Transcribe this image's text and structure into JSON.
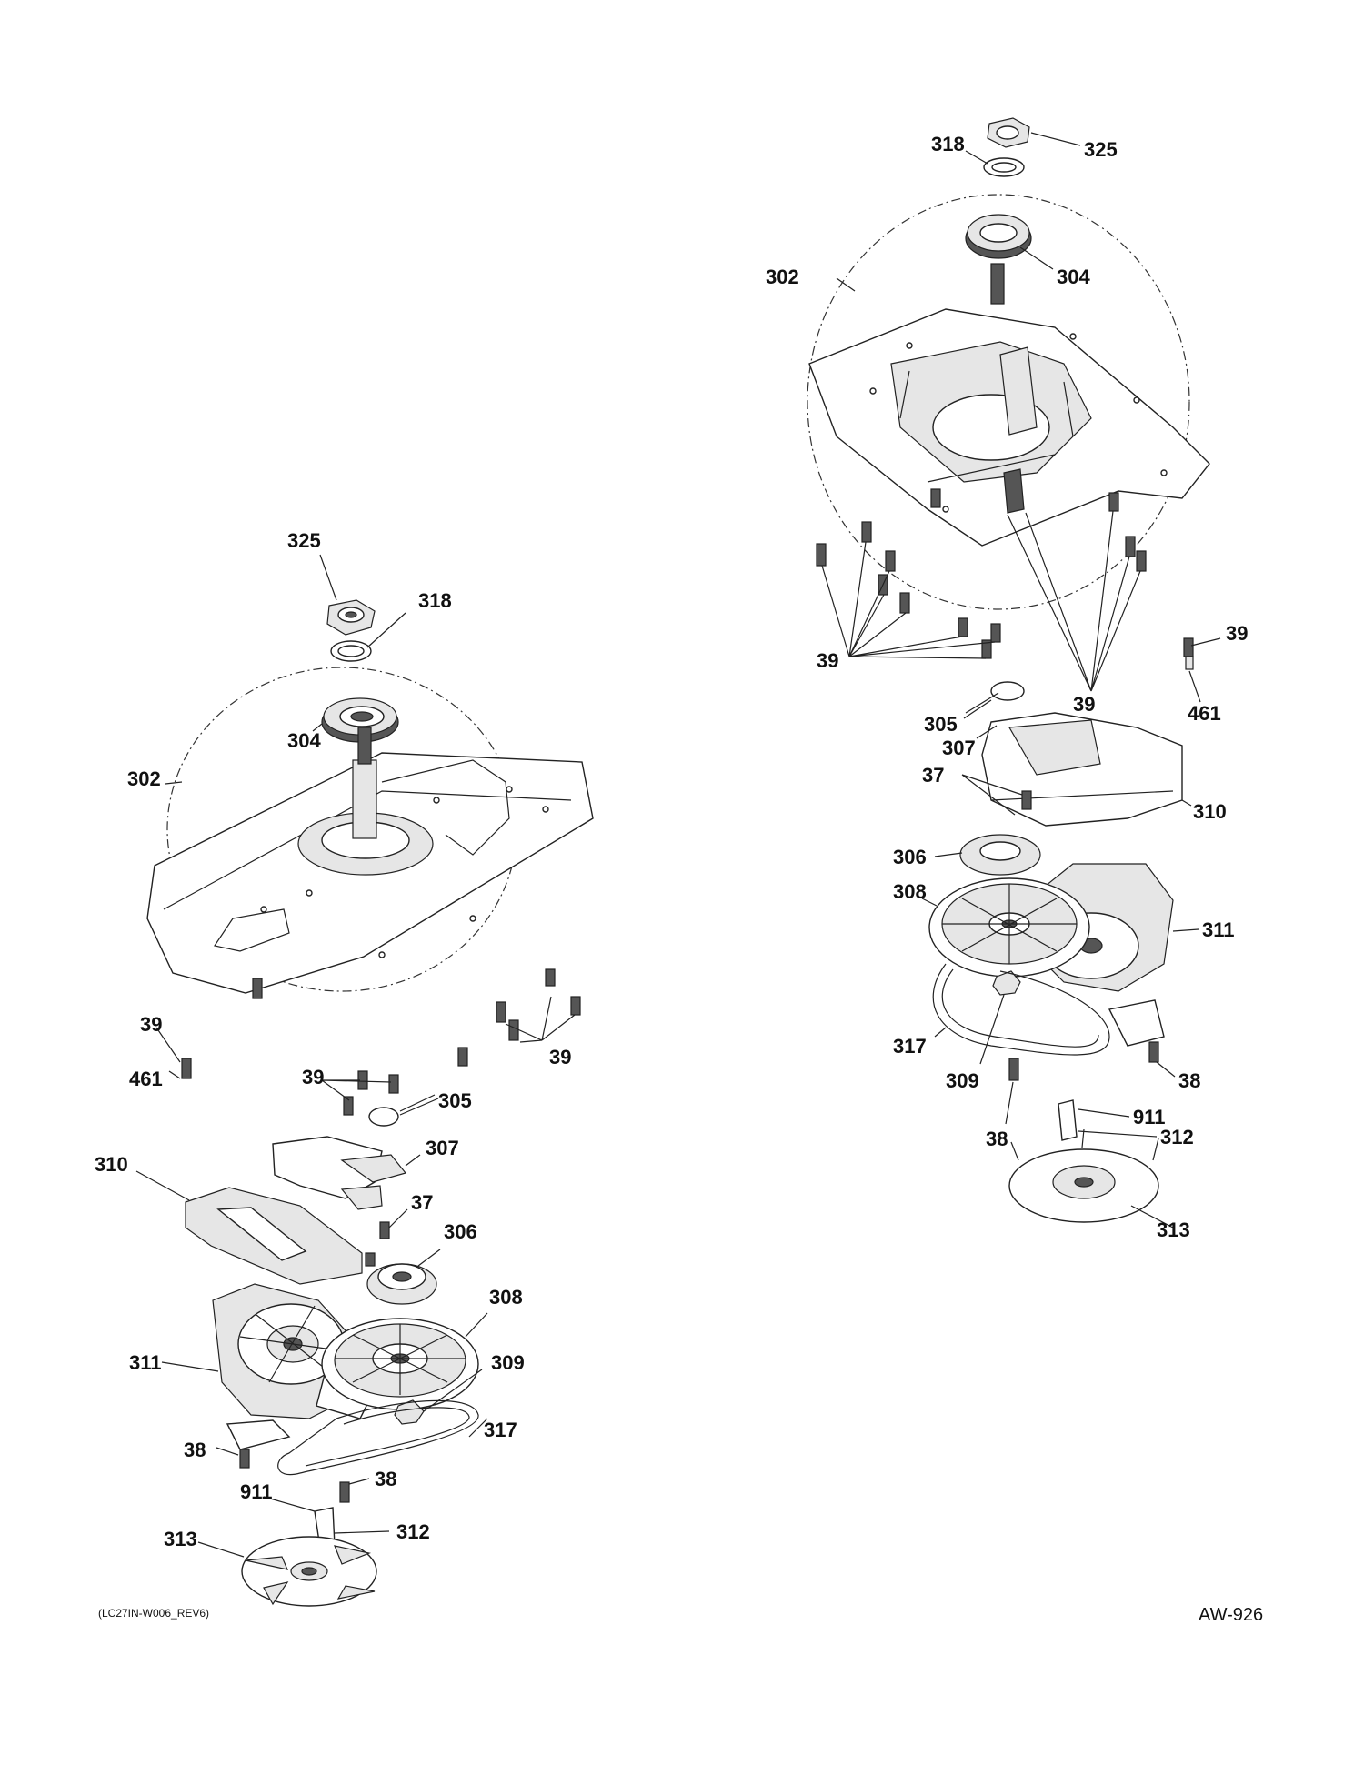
{
  "left_assembly": {
    "labels": [
      "325",
      "318",
      "304",
      "302",
      "39",
      "461",
      "39",
      "39",
      "305",
      "307",
      "310",
      "37",
      "306",
      "308",
      "311",
      "309",
      "317",
      "38",
      "38",
      "911",
      "312",
      "313"
    ]
  },
  "right_assembly": {
    "labels": [
      "318",
      "325",
      "302",
      "304",
      "39",
      "39",
      "39",
      "461",
      "305",
      "307",
      "37",
      "310",
      "306",
      "308",
      "311",
      "317",
      "309",
      "38",
      "38",
      "911",
      "312",
      "313"
    ]
  },
  "footer": {
    "drawing_ref": "(LC27IN-W006_REV6)",
    "page_code": "AW-926"
  }
}
